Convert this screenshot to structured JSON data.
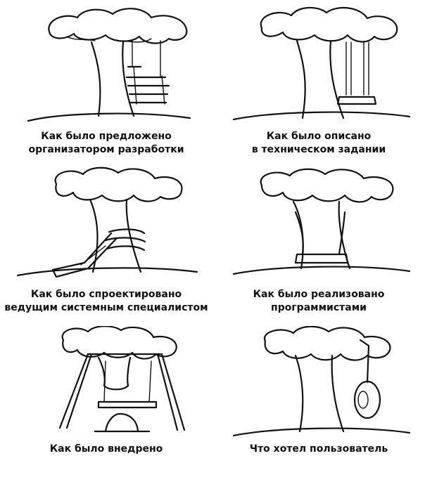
{
  "panels": [
    {
      "caption": [
        "Как было предложено",
        "организатором разработки"
      ]
    },
    {
      "caption": [
        "Как было описано",
        "в техническом задании"
      ]
    },
    {
      "caption": [
        "Как было спроектировано",
        "ведущим системным специалистом"
      ]
    },
    {
      "caption": [
        "Как было реализовано",
        "программистами"
      ]
    },
    {
      "caption": [
        "Как было внедрено"
      ]
    },
    {
      "caption": [
        "Что хотел пользователь"
      ]
    }
  ]
}
